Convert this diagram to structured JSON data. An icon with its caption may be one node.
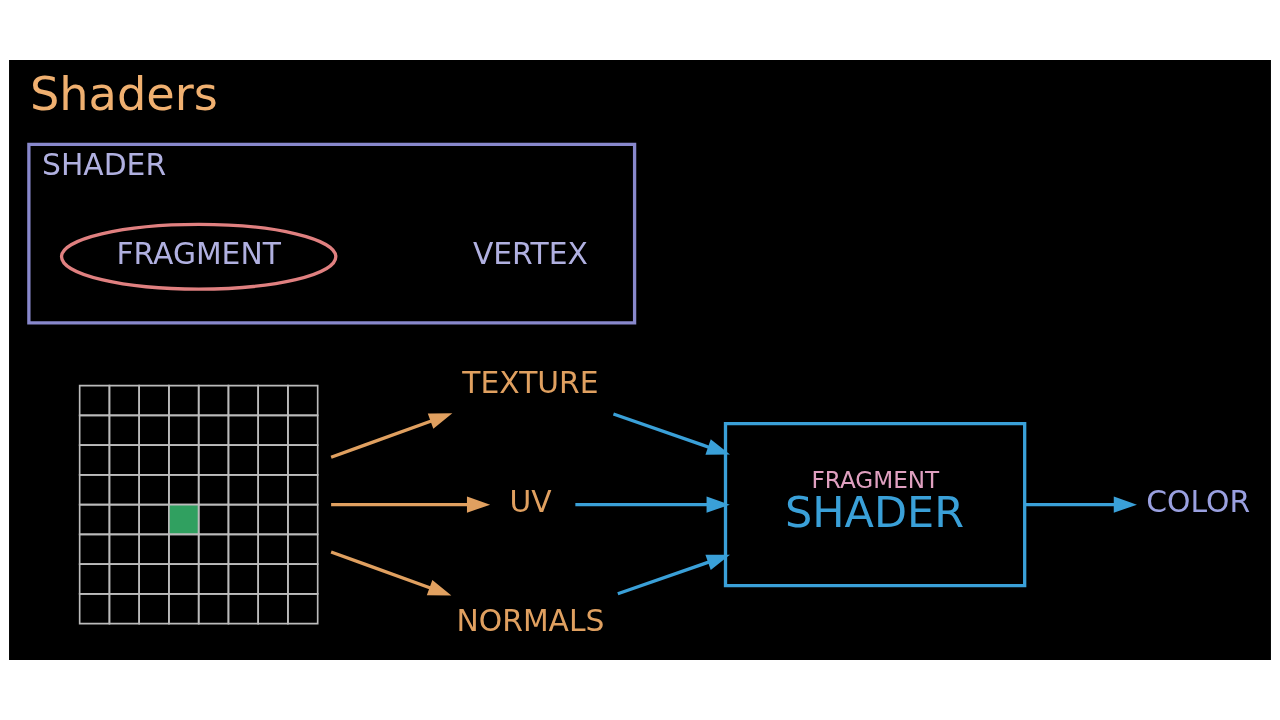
{
  "diagram": {
    "title": "Shaders",
    "nodes": [
      {
        "text": [],
        "shape": "picture"
      },
      {
        "text": [
          "TEXTURE"
        ]
      },
      {
        "text": [
          "UV"
        ]
      },
      {
        "text": [
          "NORMALS"
        ]
      },
      {
        "text": [
          "FRAGMENT",
          "SHADER"
        ]
      },
      {
        "text": [
          "COLOR"
        ]
      },
      {
        "text": [
          "SHADER"
        ]
      },
      {
        "text": [
          "FRAGMENT"
        ],
        "in": 6
      },
      {
        "text": [
          "VERTEX"
        ],
        "in": 6
      }
    ],
    "edges": [
      {
        "from": 0,
        "to": 1,
        "arrow": "to",
        "color": "#e0a060"
      },
      {
        "from": 0,
        "to": 2,
        "arrow": "to",
        "color": "#e0a060"
      },
      {
        "from": 0,
        "to": 3,
        "arrow": "to",
        "color": "#e0a060"
      },
      {
        "from": 1,
        "to": 4,
        "arrow": "to"
      },
      {
        "from": 2,
        "to": 4,
        "arrow": "to"
      },
      {
        "from": 3,
        "to": 4,
        "arrow": "to"
      },
      {
        "from": 4,
        "to": 5,
        "arrow": "to"
      }
    ]
  }
}
